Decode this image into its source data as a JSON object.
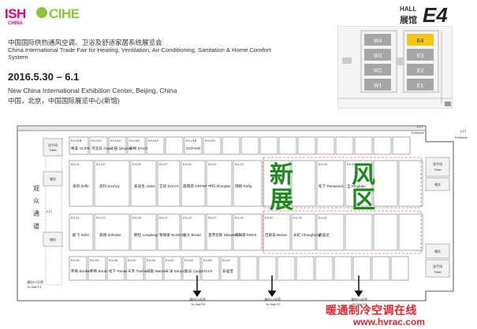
{
  "header": {
    "logo_ish": "ISH",
    "logo_ish_sub": "CHINA",
    "logo_cihe": "CIHE",
    "title_cn": "中国国际供热通风空调、卫浴及舒适家居系统展览会",
    "title_en": "China International Trade Fair for Heating, Ventilation, Air-Conditioning, Sanitation & Home Comfort System",
    "date": "2016.5.30 – 6.1",
    "venue_en": "New China International Exhibition Center, Beijing, China",
    "venue_cn": "中国，北京，中国国际展览中心(新馆)"
  },
  "hall": {
    "label": "HALL",
    "label_cn": "展馆",
    "code": "E4"
  },
  "keymap": {
    "halls": [
      "W4",
      "W3",
      "W2",
      "W1",
      "E4",
      "E3",
      "E2",
      "E1"
    ],
    "highlight": "E4",
    "highlight_color": "#f5c518",
    "hall_color": "#a6a6a6"
  },
  "plan": {
    "zone_label": [
      "新",
      "展",
      "风",
      "区"
    ],
    "zone_color": "#1e8a1e",
    "entrance_top": "入口\nEntrance",
    "entrance_right": "入口\nEntrance",
    "toilet_left": "洗手间\nToilet",
    "toilet_right": "洗手间\nToilet",
    "restaurant": "餐饮",
    "corridor": "观众通道",
    "exit_labels": [
      "通往E3号馆\nTo Hall E3",
      "通往E3号馆\nTo Hall E3",
      "通往E3号馆\nTo Hall E3"
    ],
    "booths": [
      {
        "code": "E4-01B",
        "name": "格美 GLIFE"
      },
      {
        "code": "E4-01C",
        "name": "河北白 Aquer"
      },
      {
        "code": "E4-01D",
        "name": "沁园 Qinyuan"
      },
      {
        "code": "E4-01E",
        "name": "安格 SACH"
      },
      {
        "code": "E4-01F",
        "name": ""
      },
      {
        "code": "E4-21B",
        "name": "SOFresh"
      },
      {
        "code": "E4-21C",
        "name": ""
      },
      {
        "code": "E4-01",
        "name": "泽风 Zeffir"
      },
      {
        "code": "E4-03",
        "name": "恩科 Enchoy"
      },
      {
        "code": "E4-05",
        "name": "爱迪生 Aldes"
      },
      {
        "code": "E4-07",
        "name": "艾优 ELKAY"
      },
      {
        "code": "E4-09",
        "name": "森瑞得 GRFKF"
      },
      {
        "code": "E4-21",
        "name": "中科 Zhongke"
      },
      {
        "code": "E4-23",
        "name": "瑞格 Rofig"
      },
      {
        "code": "E4-31",
        "name": "飞"
      },
      {
        "code": "E4-33",
        "name": "松下 Panasonic"
      },
      {
        "code": "E4-35",
        "name": "全 Kingkam"
      },
      {
        "code": "E4-11",
        "name": "斯飞 Sefei"
      },
      {
        "code": "E4-13",
        "name": "森德 Zehnder"
      },
      {
        "code": "E4-15",
        "name": "朗恒 Lungteng"
      },
      {
        "code": "E4-17",
        "name": "致微富 NUOGIS"
      },
      {
        "code": "E4-19",
        "name": "远大 Broad"
      },
      {
        "code": "E4-27",
        "name": "圣劳伦斯 Stlawrence"
      },
      {
        "code": "E4-29",
        "name": "凯科斯 KEKS"
      },
      {
        "code": "E4-37",
        "name": "百斯安 Besan"
      },
      {
        "code": "E4-39",
        "name": "长虹 Changhong"
      },
      {
        "code": "E4-41",
        "name": "嘉美达"
      },
      {
        "code": "E4-S1",
        "name": "邦奇 Bonker"
      },
      {
        "code": "E4-S3",
        "name": "邦奇 Bonto"
      },
      {
        "code": "E4-S5",
        "name": "松下 Panas"
      },
      {
        "code": "E4-S7",
        "name": "天禾 Tianhe"
      },
      {
        "code": "E4-S9",
        "name": "威能 Wanner"
      },
      {
        "code": "E4-61",
        "name": "三洋 Sanyo"
      },
      {
        "code": "E4-63",
        "name": "酷派 Cuppa"
      },
      {
        "code": "E4-65",
        "name": "TLKS"
      },
      {
        "code": "E4-67",
        "name": "安居宝"
      }
    ]
  },
  "watermark": {
    "cn": "暖通制冷空调在线",
    "url": "www.hvrac.com"
  }
}
